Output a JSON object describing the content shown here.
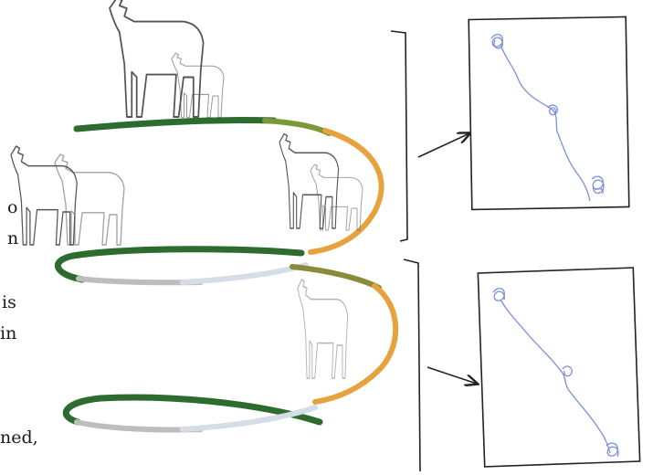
{
  "text_fragments": [
    "o",
    "n",
    "is",
    "in",
    "ned,"
  ],
  "colors": {
    "green": "#2e6b2e",
    "light_green": "#7a9a3a",
    "orange": "#e6a23c",
    "pale_blue": "#d6dde8",
    "grey": "#bdbdbd",
    "deer_outline": "#555555",
    "track": "#7b8fdc",
    "bracket": "#222222"
  },
  "icons": [
    "deer-icon",
    "fawn-icon",
    "arrow-icon",
    "movement-track-icon"
  ]
}
